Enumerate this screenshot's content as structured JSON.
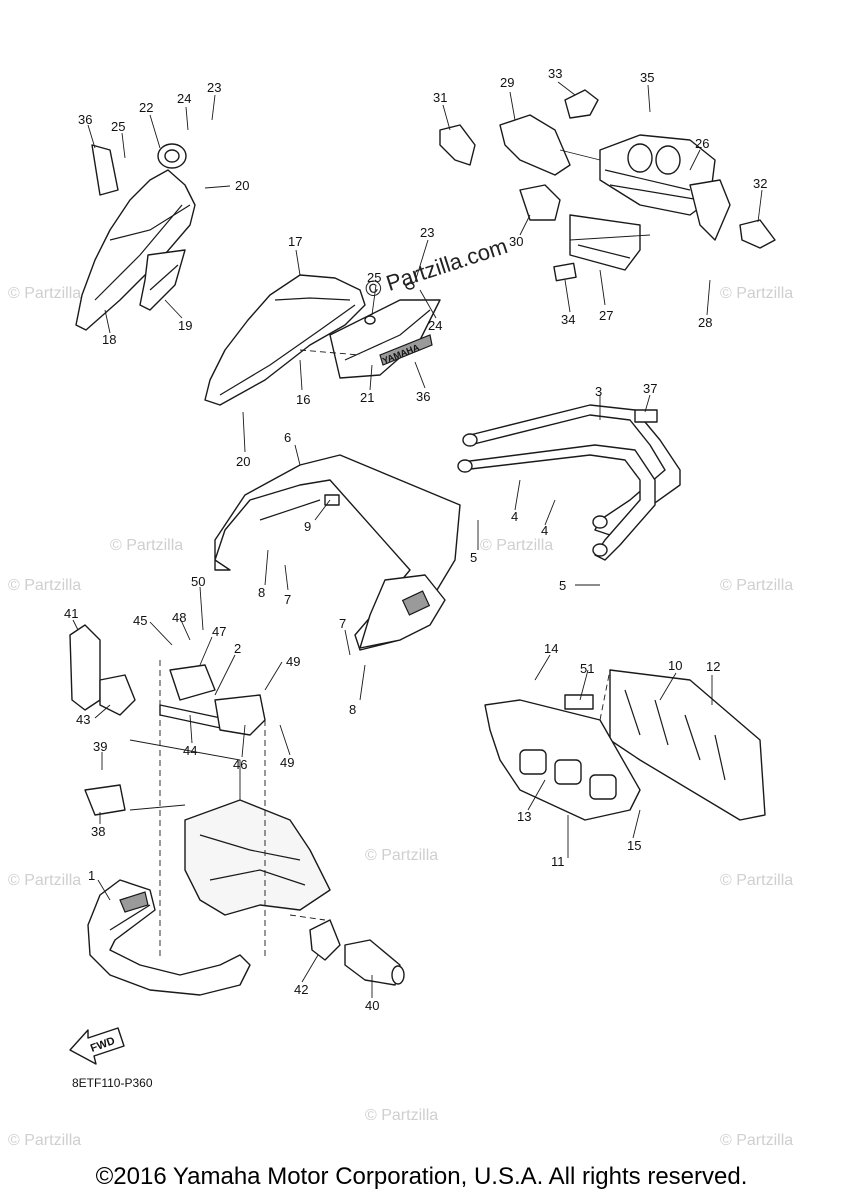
{
  "diagram": {
    "code": "8ETF110-P360",
    "fwd_label": "FWD",
    "brand_label": "YAMAHA",
    "watermark_main": "© Partzilla.com",
    "watermark": "© Partzilla",
    "copyright": "©2016 Yamaha Motor Corporation, U.S.A. All rights reserved.",
    "callouts": [
      "1",
      "2",
      "3",
      "4",
      "4",
      "5",
      "5",
      "6",
      "7",
      "7",
      "8",
      "8",
      "9",
      "10",
      "11",
      "12",
      "13",
      "14",
      "15",
      "16",
      "17",
      "18",
      "19",
      "20",
      "20",
      "21",
      "22",
      "23",
      "23",
      "24",
      "24",
      "25",
      "25",
      "26",
      "27",
      "28",
      "29",
      "30",
      "31",
      "32",
      "33",
      "34",
      "35",
      "36",
      "36",
      "37",
      "38",
      "39",
      "40",
      "41",
      "42",
      "43",
      "44",
      "45",
      "46",
      "47",
      "48",
      "49",
      "49",
      "50",
      "51"
    ]
  }
}
